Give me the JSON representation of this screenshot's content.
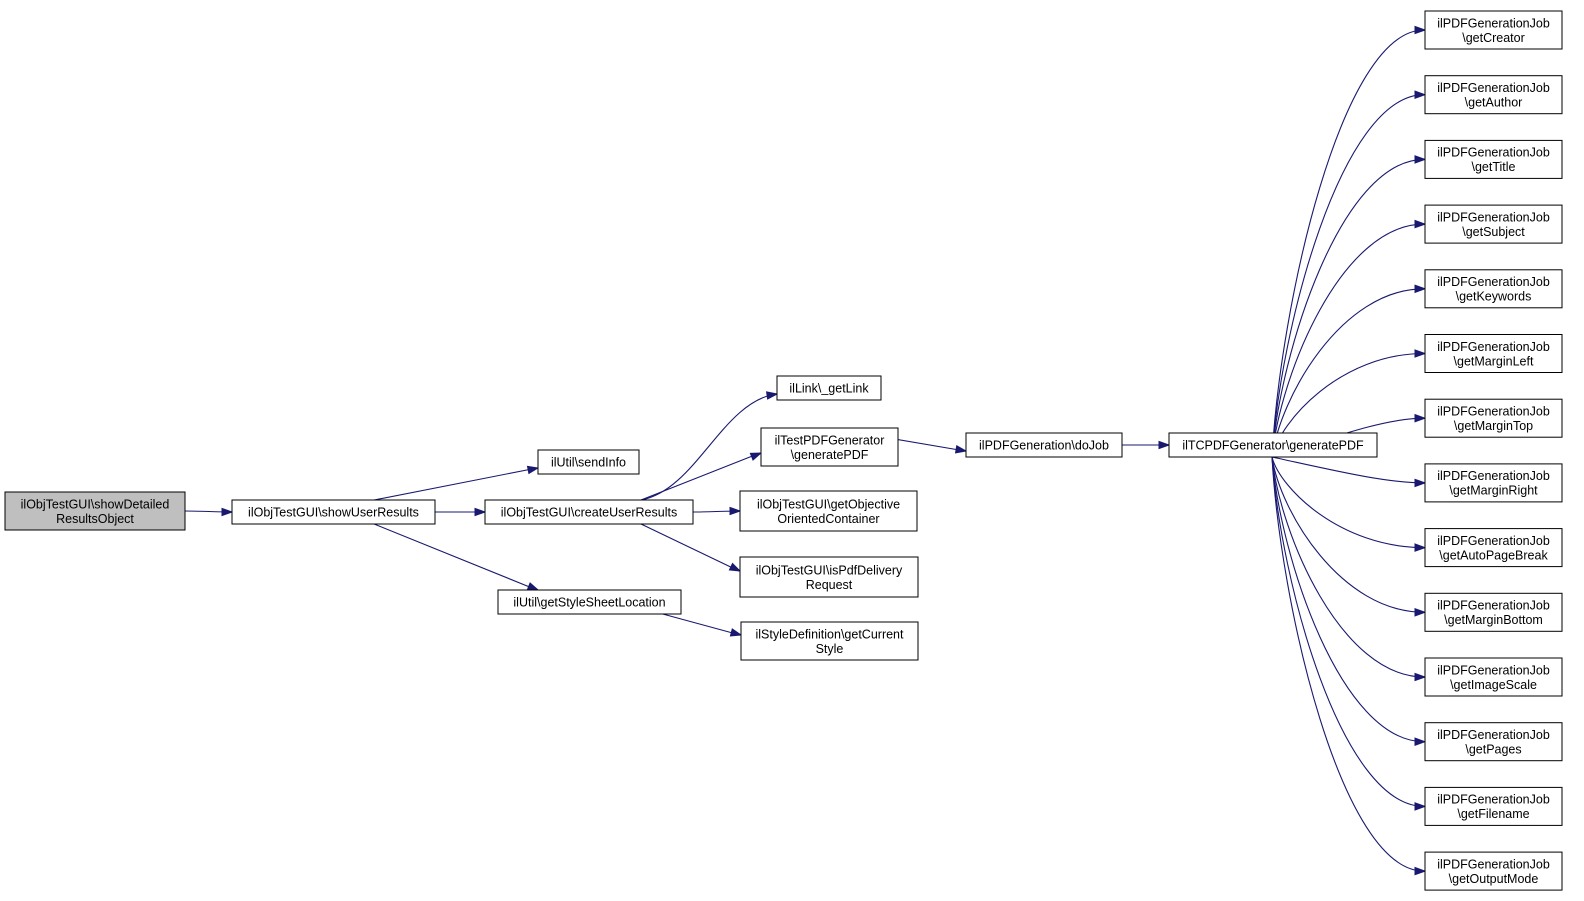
{
  "colors": {
    "edge": "#191970",
    "node_fill": "#ffffff",
    "root_fill": "#bfbfbf",
    "border": "#000000"
  },
  "nodes": [
    {
      "id": "root",
      "lines": [
        "ilObjTestGUI\\showDetailed",
        "ResultsObject"
      ],
      "root": true
    },
    {
      "id": "showUserResults",
      "lines": [
        "ilObjTestGUI\\showUserResults"
      ]
    },
    {
      "id": "sendInfo",
      "lines": [
        "ilUtil\\sendInfo"
      ]
    },
    {
      "id": "createUserResults",
      "lines": [
        "ilObjTestGUI\\createUserResults"
      ]
    },
    {
      "id": "getStyleSheetLocation",
      "lines": [
        "ilUtil\\getStyleSheetLocation"
      ]
    },
    {
      "id": "getLink",
      "lines": [
        "ilLink\\_getLink"
      ]
    },
    {
      "id": "testPdfGenerate",
      "lines": [
        "ilTestPDFGenerator",
        "\\generatePDF"
      ]
    },
    {
      "id": "getObjectiveContainer",
      "lines": [
        "ilObjTestGUI\\getObjective",
        "OrientedContainer"
      ]
    },
    {
      "id": "isPdfDelivery",
      "lines": [
        "ilObjTestGUI\\isPdfDelivery",
        "Request"
      ]
    },
    {
      "id": "getCurrentStyle",
      "lines": [
        "ilStyleDefinition\\getCurrent",
        "Style"
      ]
    },
    {
      "id": "doJob",
      "lines": [
        "ilPDFGeneration\\doJob"
      ]
    },
    {
      "id": "tcpdf",
      "lines": [
        "ilTCPDFGenerator\\generatePDF"
      ]
    },
    {
      "id": "getCreator",
      "lines": [
        "ilPDFGenerationJob",
        "\\getCreator"
      ]
    },
    {
      "id": "getAuthor",
      "lines": [
        "ilPDFGenerationJob",
        "\\getAuthor"
      ]
    },
    {
      "id": "getTitle",
      "lines": [
        "ilPDFGenerationJob",
        "\\getTitle"
      ]
    },
    {
      "id": "getSubject",
      "lines": [
        "ilPDFGenerationJob",
        "\\getSubject"
      ]
    },
    {
      "id": "getKeywords",
      "lines": [
        "ilPDFGenerationJob",
        "\\getKeywords"
      ]
    },
    {
      "id": "getMarginLeft",
      "lines": [
        "ilPDFGenerationJob",
        "\\getMarginLeft"
      ]
    },
    {
      "id": "getMarginTop",
      "lines": [
        "ilPDFGenerationJob",
        "\\getMarginTop"
      ]
    },
    {
      "id": "getMarginRight",
      "lines": [
        "ilPDFGenerationJob",
        "\\getMarginRight"
      ]
    },
    {
      "id": "getAutoPageBreak",
      "lines": [
        "ilPDFGenerationJob",
        "\\getAutoPageBreak"
      ]
    },
    {
      "id": "getMarginBottom",
      "lines": [
        "ilPDFGenerationJob",
        "\\getMarginBottom"
      ]
    },
    {
      "id": "getImageScale",
      "lines": [
        "ilPDFGenerationJob",
        "\\getImageScale"
      ]
    },
    {
      "id": "getPages",
      "lines": [
        "ilPDFGenerationJob",
        "\\getPages"
      ]
    },
    {
      "id": "getFilename",
      "lines": [
        "ilPDFGenerationJob",
        "\\getFilename"
      ]
    },
    {
      "id": "getOutputMode",
      "lines": [
        "ilPDFGenerationJob",
        "\\getOutputMode"
      ]
    }
  ],
  "edges": [
    [
      "root",
      "showUserResults"
    ],
    [
      "showUserResults",
      "sendInfo"
    ],
    [
      "showUserResults",
      "createUserResults"
    ],
    [
      "showUserResults",
      "getStyleSheetLocation"
    ],
    [
      "createUserResults",
      "getLink"
    ],
    [
      "createUserResults",
      "testPdfGenerate"
    ],
    [
      "createUserResults",
      "getObjectiveContainer"
    ],
    [
      "createUserResults",
      "isPdfDelivery"
    ],
    [
      "getStyleSheetLocation",
      "getCurrentStyle"
    ],
    [
      "testPdfGenerate",
      "doJob"
    ],
    [
      "doJob",
      "tcpdf"
    ],
    [
      "tcpdf",
      "getCreator"
    ],
    [
      "tcpdf",
      "getAuthor"
    ],
    [
      "tcpdf",
      "getTitle"
    ],
    [
      "tcpdf",
      "getSubject"
    ],
    [
      "tcpdf",
      "getKeywords"
    ],
    [
      "tcpdf",
      "getMarginLeft"
    ],
    [
      "tcpdf",
      "getMarginTop"
    ],
    [
      "tcpdf",
      "getMarginRight"
    ],
    [
      "tcpdf",
      "getAutoPageBreak"
    ],
    [
      "tcpdf",
      "getMarginBottom"
    ],
    [
      "tcpdf",
      "getImageScale"
    ],
    [
      "tcpdf",
      "getPages"
    ],
    [
      "tcpdf",
      "getFilename"
    ],
    [
      "tcpdf",
      "getOutputMode"
    ]
  ]
}
